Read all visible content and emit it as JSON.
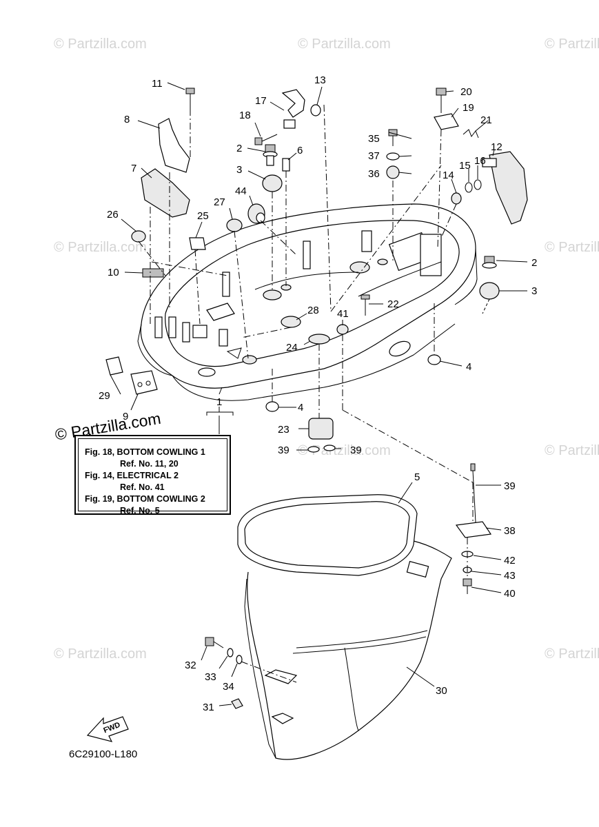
{
  "watermark": {
    "text": "© Partzilla.com",
    "overlay_text": "© Partzilla.com"
  },
  "callouts": {
    "c1": "1",
    "c2a": "2",
    "c2b": "2",
    "c3a": "3",
    "c3b": "3",
    "c4a": "4",
    "c4b": "4",
    "c5": "5",
    "c6": "6",
    "c7": "7",
    "c8": "8",
    "c9": "9",
    "c10": "10",
    "c11": "11",
    "c12": "12",
    "c13": "13",
    "c14": "14",
    "c15": "15",
    "c16": "16",
    "c17": "17",
    "c18": "18",
    "c19": "19",
    "c20": "20",
    "c21": "21",
    "c22": "22",
    "c23": "23",
    "c24": "24",
    "c25": "25",
    "c26": "26",
    "c27": "27",
    "c28": "28",
    "c29": "29",
    "c30": "30",
    "c31": "31",
    "c32": "32",
    "c33": "33",
    "c34": "34",
    "c35": "35",
    "c36": "36",
    "c37": "37",
    "c38": "38",
    "c39a": "39",
    "c39b": "39",
    "c39c": "39",
    "c40": "40",
    "c41": "41",
    "c42": "42",
    "c43": "43",
    "c44": "44"
  },
  "reference_box": {
    "line1": "Fig. 18, BOTTOM COWLING 1",
    "line2": "Ref. No. 11, 20",
    "line3": "Fig. 14, ELECTRICAL 2",
    "line4": "Ref. No. 41",
    "line5": "Fig. 19, BOTTOM COWLING 2",
    "line6": "Ref. No. 5"
  },
  "fwd_label": "FWD",
  "drawing_code": "6C29100-L180"
}
